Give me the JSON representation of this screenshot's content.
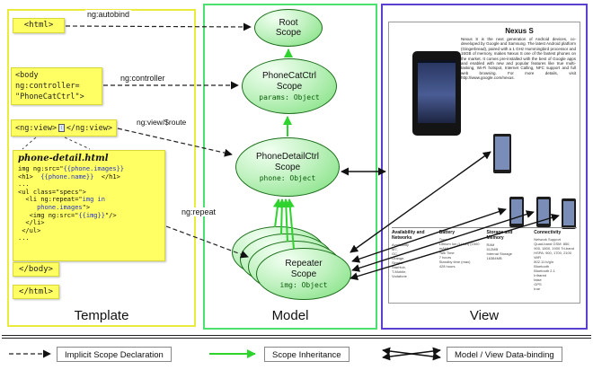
{
  "columns": {
    "template_label": "Template",
    "model_label": "Model",
    "view_label": "View"
  },
  "template": {
    "html_open": "<html>",
    "body_open_lines": [
      "<body",
      "ng:controller=",
      "\"PhoneCatCtrl\">"
    ],
    "ngview_open": "<ng:view>",
    "ngview_close": "</ng:view>",
    "code_box": {
      "title": "phone-detail.html",
      "lines": [
        [
          {
            "t": "img ng:src=\"",
            "c": "k"
          },
          {
            "t": "{{phone.images}}",
            "c": "b"
          }
        ],
        [
          {
            "t": "<h1>  ",
            "c": "k"
          },
          {
            "t": "{{phone.name}}",
            "c": "b"
          },
          {
            "t": "  </h1>",
            "c": "k"
          }
        ],
        [
          {
            "t": "...",
            "c": "k"
          }
        ],
        [
          {
            "t": "<ul class=\"specs\">",
            "c": "k"
          }
        ],
        [
          {
            "t": "  <li ng:repeat=\"",
            "c": "k"
          },
          {
            "t": "img in",
            "c": "b"
          }
        ],
        [
          {
            "t": "     ",
            "c": "k"
          },
          {
            "t": "phone.images",
            "c": "b"
          },
          {
            "t": "\">",
            "c": "k"
          }
        ],
        [
          {
            "t": "   <img ng:src=\"",
            "c": "k"
          },
          {
            "t": "{{img}}",
            "c": "b"
          },
          {
            "t": "\"/>",
            "c": "k"
          }
        ],
        [
          {
            "t": "  </li>",
            "c": "k"
          }
        ],
        [
          {
            "t": " </ul>",
            "c": "k"
          }
        ],
        [
          {
            "t": "...",
            "c": "k"
          }
        ]
      ]
    },
    "body_close": "</body>",
    "html_close": "</html>"
  },
  "arrow_labels": {
    "autobind": "ng:autobind",
    "controller": "ng:controller",
    "view_route": "ng:view/$route",
    "repeat": "ng:repeat"
  },
  "model": {
    "root": {
      "name_line1": "Root",
      "name_line2": "Scope"
    },
    "phonecat": {
      "name_line1": "PhoneCatCtrl",
      "name_line2": "Scope",
      "binding": "params: Object"
    },
    "phonedetail": {
      "name_line1": "PhoneDetailCtrl",
      "name_line2": "Scope",
      "binding": "phone: Object"
    },
    "repeater": {
      "name_line1": "Repeater",
      "name_line2": "Scope",
      "binding": "img: Object"
    }
  },
  "view": {
    "page": {
      "title": "Nexus S",
      "description": "Nexus S is the next generation of Android devices, co-developed by Google and Samsung. The latest Android platform (Gingerbread), paired with a 1 GHz Hummingbird processor and 16GB of memory, makes Nexus S one of the fastest phones on the market. It comes pre-installed with the best of Google apps and enabled with new and popular features like true multi-tasking, Wi-Fi hotspot, Internet Calling, NFC support and full web browsing. For more details, visit http://www.google.com/nexus.",
      "specs": [
        {
          "header": "Availability and Networks",
          "rows": [
            "Availability",
            "M7,",
            "GC,",
            "Orange,",
            "Singtel,",
            "StarHub,",
            "T-Mobile,",
            "Vodafone"
          ]
        },
        {
          "header": "Battery",
          "rows": [
            "Type",
            "Lithium Ion (Li-Ion) (1500 mAH)",
            "Talk Time",
            "7 hours",
            "Standby time (max)",
            "428 hours"
          ]
        },
        {
          "header": "Storage and Memory",
          "rows": [
            "RAM",
            "512MB",
            "Internal Storage",
            "16384MB"
          ]
        },
        {
          "header": "Connectivity",
          "rows": [
            "Network Support",
            "Quad-band GSM: 850, 900, 1800, 1900  Tri-band HSPA: 900, 1700, 2100",
            "WiFi",
            "802.11 b/g/n",
            "Bluetooth",
            "Bluetooth 2.1",
            "Infrared",
            "false",
            "GPS",
            "true"
          ]
        }
      ]
    }
  },
  "legend": {
    "implicit": "Implicit Scope Declaration",
    "inheritance": "Scope Inheritance",
    "databinding": "Model / View Data-binding"
  },
  "icons": {
    "ngview_icon": "screen-icon"
  },
  "colors": {
    "yellow_box": "#ffff63",
    "yellow_border": "#d8d837",
    "template_border": "#ebeb3c",
    "model_border": "#4be070",
    "view_border": "#5b3fd0",
    "scope_fill_light": "#f2fff2",
    "scope_fill": "#7adf7a",
    "scope_border": "#1c6f1c",
    "green_arrow": "#2ed32e",
    "code_blue": "#2633c4",
    "binding_text": "#0a5c0a"
  }
}
